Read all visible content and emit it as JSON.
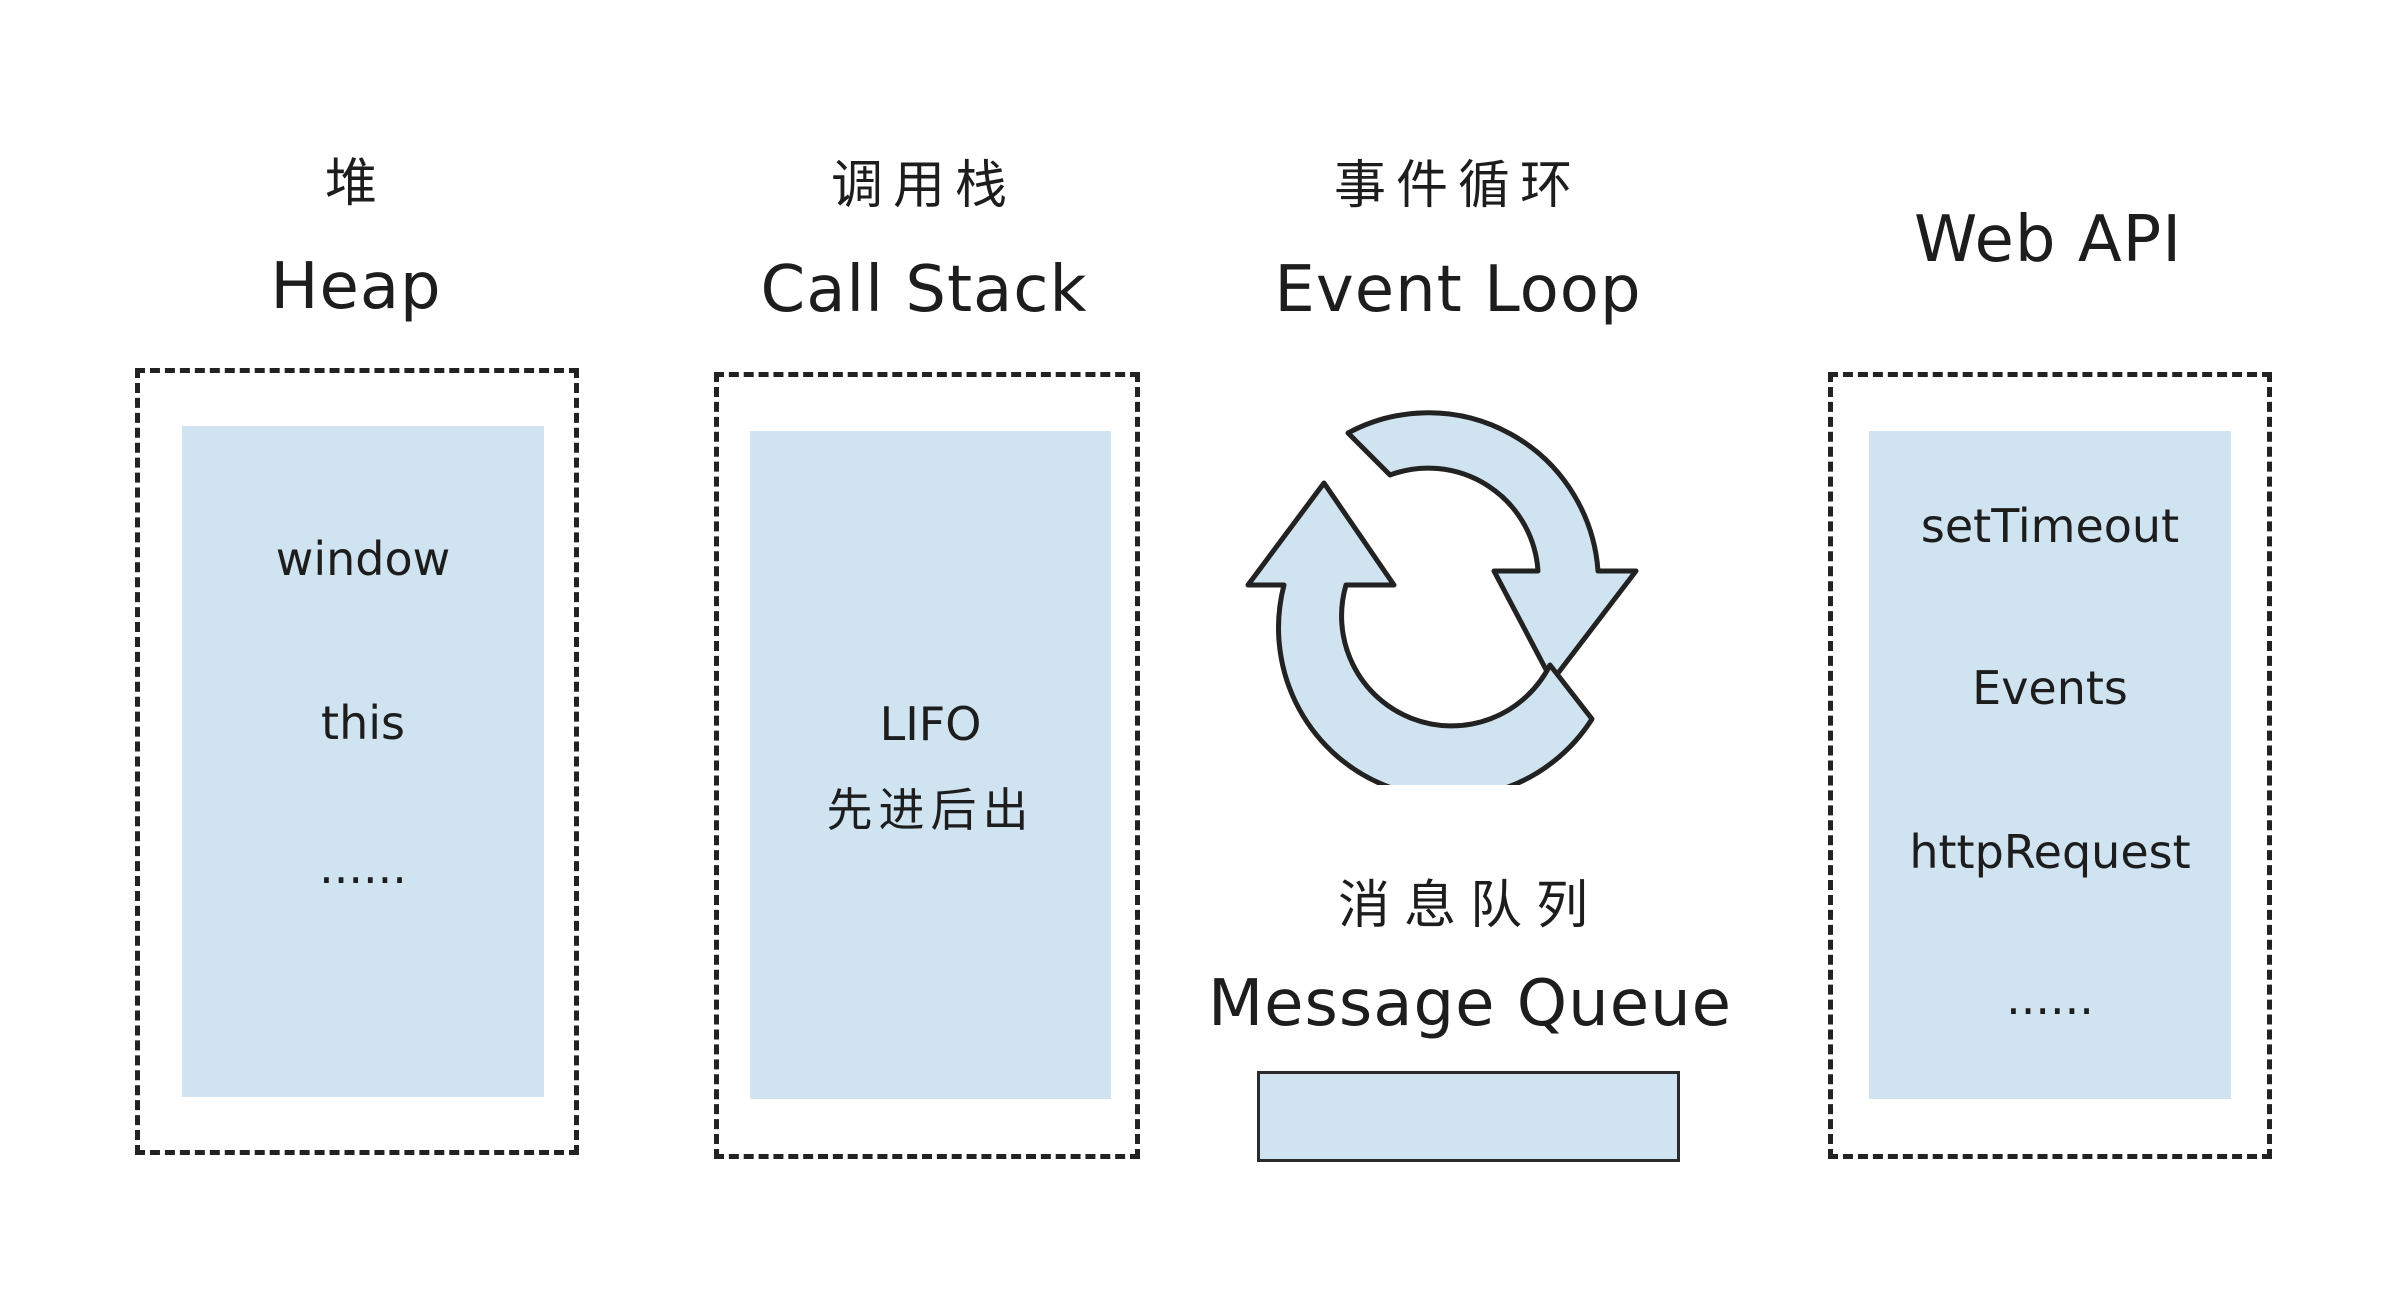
{
  "heap": {
    "title_cn": "堆",
    "title_en": "Heap",
    "items": [
      "window",
      "this",
      "......"
    ]
  },
  "call_stack": {
    "title_cn": "调用栈",
    "title_en": "Call Stack",
    "items": [
      "LIFO",
      "先进后出"
    ]
  },
  "event_loop": {
    "title_cn": "事件循环",
    "title_en": "Event Loop"
  },
  "message_queue": {
    "title_cn": "消息队列",
    "title_en": "Message Queue"
  },
  "web_api": {
    "title_en": "Web API",
    "items": [
      "setTimeout",
      "Events",
      "httpRequest",
      "......"
    ]
  },
  "colors": {
    "fill": "#cfe3f0",
    "stroke": "#222222"
  }
}
